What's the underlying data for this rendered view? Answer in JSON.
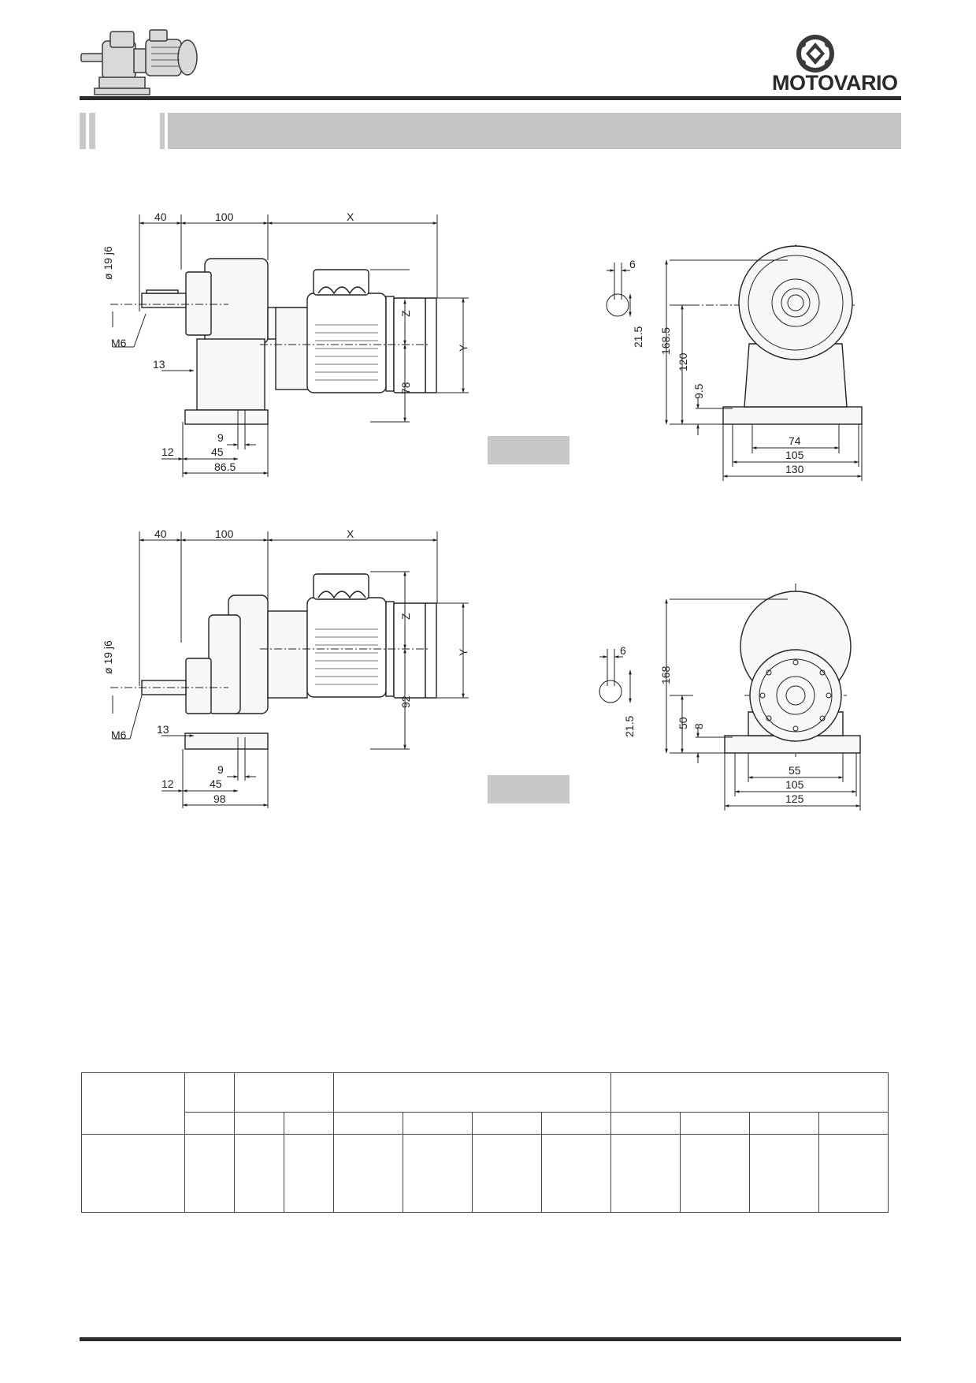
{
  "brand": {
    "name": "MOTOVARIO"
  },
  "drawing_top": {
    "side": {
      "d40": "40",
      "d100": "100",
      "dX": "X",
      "shaft": "ø 19 j6",
      "m6": "M6",
      "d13": "13",
      "d12": "12",
      "d9": "9",
      "d45": "45",
      "d865": "86.5",
      "dZ": "Z",
      "dY": "Y",
      "d78": "78"
    },
    "front": {
      "d6": "6",
      "d215": "21.5",
      "d1685": "168.5",
      "d120": "120",
      "d95": "9.5",
      "d74": "74",
      "d105": "105",
      "d130": "130"
    }
  },
  "drawing_bottom": {
    "side": {
      "d40": "40",
      "d100": "100",
      "dX": "X",
      "shaft": "ø 19 j6",
      "m6": "M6",
      "d13": "13",
      "d12": "12",
      "d9": "9",
      "d45": "45",
      "d98": "98",
      "dZ": "Z",
      "dY": "Y",
      "d92": "92"
    },
    "front": {
      "d6": "6",
      "d215": "21.5",
      "d168": "168",
      "d50": "50",
      "d8": "8",
      "d55": "55",
      "d105": "105",
      "d125": "125"
    }
  }
}
